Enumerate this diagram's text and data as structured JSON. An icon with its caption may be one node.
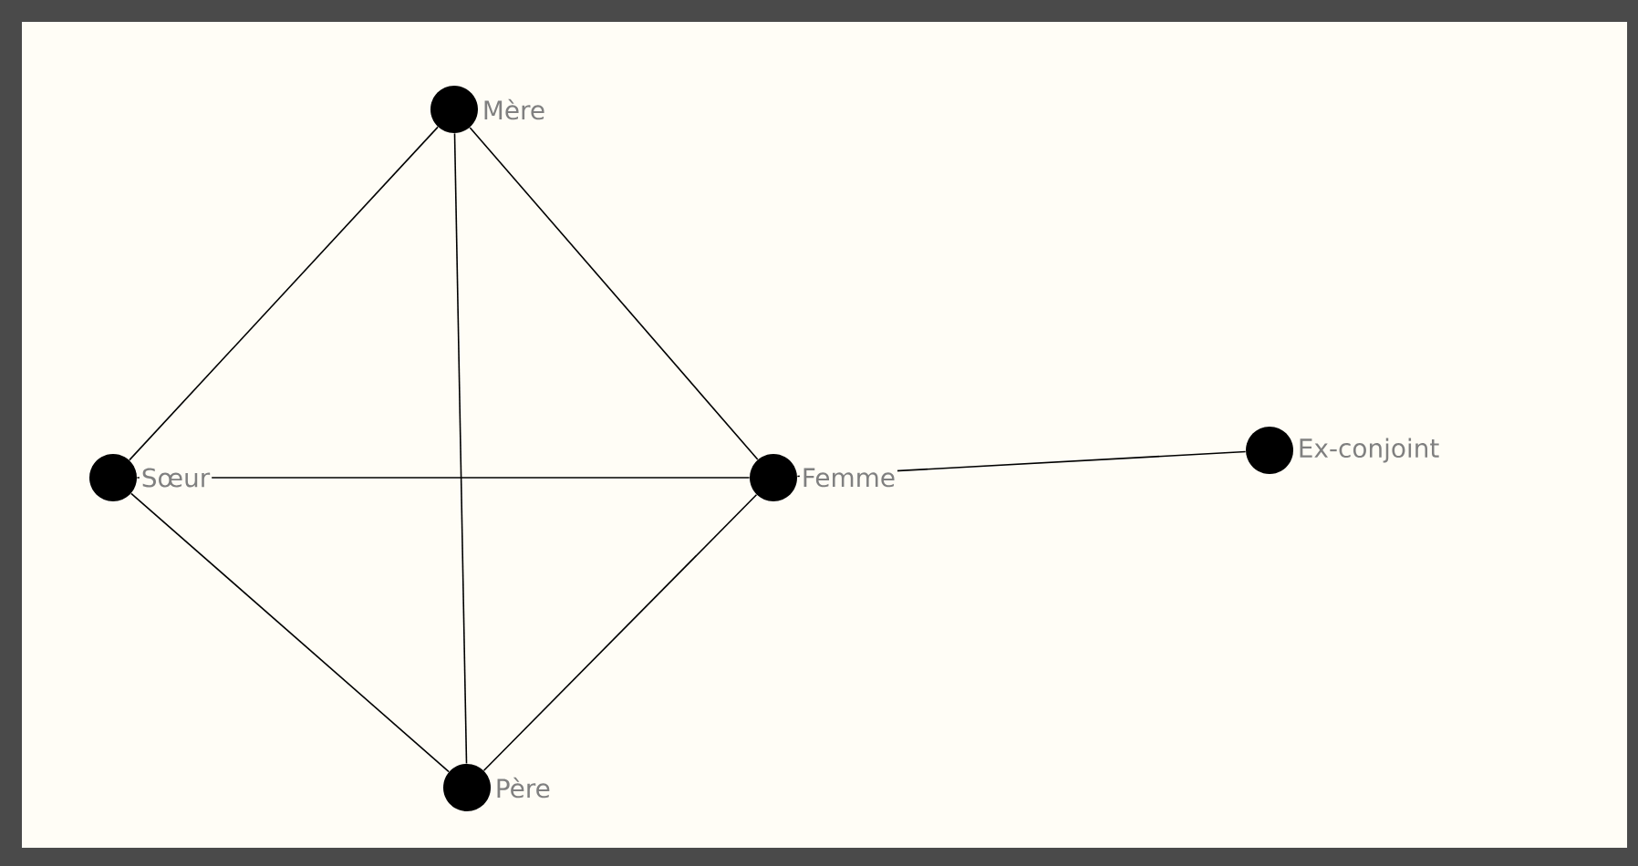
{
  "diagram": {
    "nodes": [
      {
        "text": [],
        "shape": "circle",
        "beside": [
          "Mère"
        ]
      },
      {
        "text": [],
        "shape": "circle",
        "beside": [
          "Sœur"
        ]
      },
      {
        "text": [],
        "shape": "circle",
        "beside": [
          "Femme"
        ]
      },
      {
        "text": [],
        "shape": "circle",
        "beside": [
          "Père"
        ]
      },
      {
        "text": [],
        "shape": "circle",
        "beside": [
          "Ex-conjoint"
        ]
      }
    ],
    "edges": [
      {
        "from": 0,
        "to": 1,
        "arrow": "none"
      },
      {
        "from": 0,
        "to": 2,
        "arrow": "none"
      },
      {
        "from": 0,
        "to": 3,
        "arrow": "none"
      },
      {
        "from": 1,
        "to": 2,
        "arrow": "none"
      },
      {
        "from": 1,
        "to": 3,
        "arrow": "none"
      },
      {
        "from": 2,
        "to": 3,
        "arrow": "none"
      },
      {
        "from": 2,
        "to": 4,
        "arrow": "none"
      }
    ]
  }
}
